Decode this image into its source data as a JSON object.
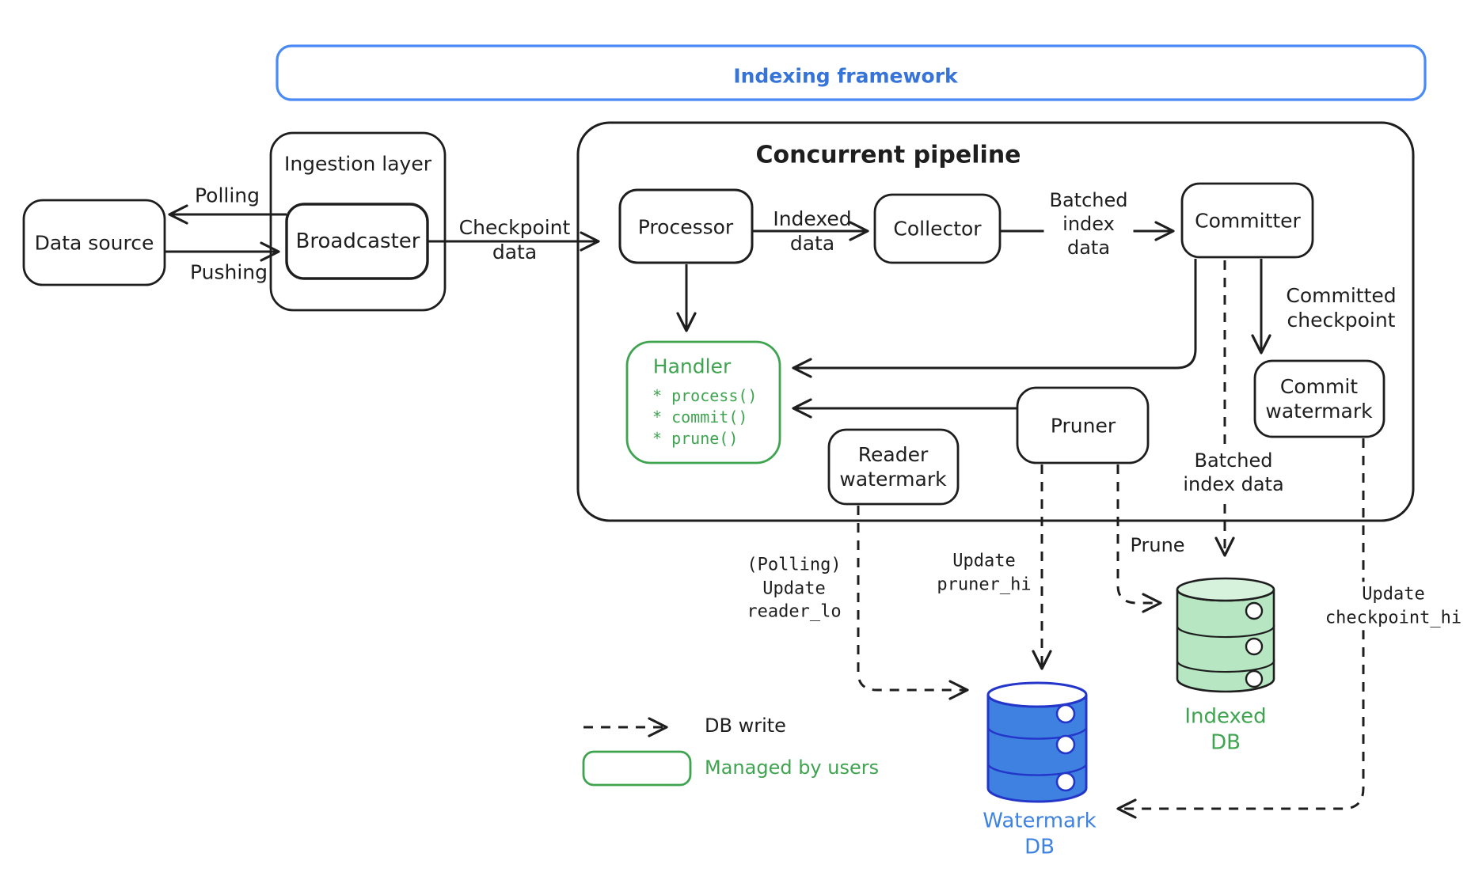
{
  "colors": {
    "ink": "#1e1e1e",
    "frame_blue_stroke": "#4a8af4",
    "blue_text": "#3674d9",
    "green": "#3fa450",
    "green_fill": "#b6e7c2",
    "db_blue_fill": "#3f81e0",
    "db_blue_stroke": "#2336c9",
    "db_blue_text": "#3f83e0"
  },
  "framework": {
    "title": "Indexing framework"
  },
  "ingestion": {
    "title": "Ingestion layer",
    "broadcaster": "Broadcaster"
  },
  "pipeline": {
    "title": "Concurrent pipeline"
  },
  "nodes": {
    "data_source": "Data source",
    "processor": "Processor",
    "collector": "Collector",
    "committer": "Committer",
    "pruner": "Pruner",
    "reader_watermark": "Reader\nwatermark",
    "commit_watermark": "Commit\nwatermark"
  },
  "handler": {
    "title": "Handler",
    "items": [
      "* process()",
      "* commit()",
      "* prune()"
    ]
  },
  "edges": {
    "polling": "Polling",
    "pushing": "Pushing",
    "checkpoint_data": "Checkpoint\ndata",
    "indexed_data": "Indexed\ndata",
    "batched_index_data": "Batched\nindex\ndata",
    "committed_checkpoint": "Committed\ncheckpoint",
    "batched_index_data_to_db": "Batched\nindex data",
    "polling_update_reader_lo": "(Polling)\nUpdate\nreader_lo",
    "update_pruner_hi": "Update\npruner_hi",
    "prune": "Prune",
    "update_checkpoint_hi": "Update\ncheckpoint_hi"
  },
  "databases": {
    "watermark": "Watermark\nDB",
    "indexed": "Indexed\nDB"
  },
  "legend": {
    "db_write": "DB write",
    "managed_by_users": "Managed by users"
  }
}
